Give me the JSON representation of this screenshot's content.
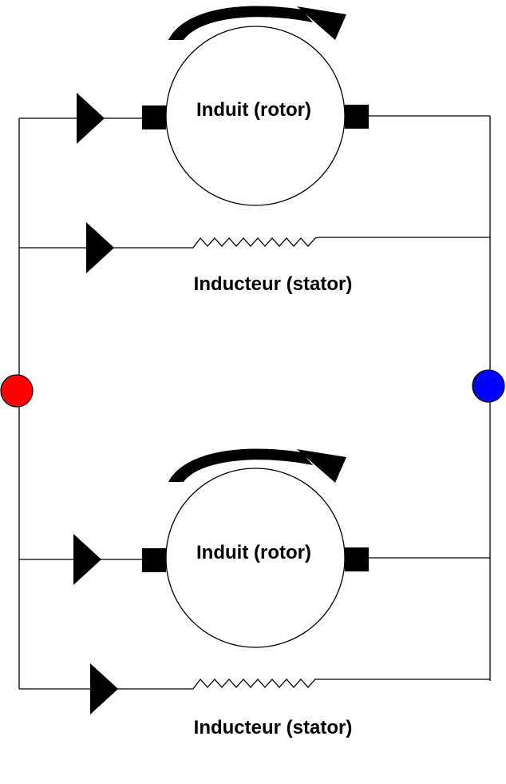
{
  "motors": [
    {
      "rotor_label": "Induit (rotor)",
      "stator_label": "Inducteur (stator)"
    },
    {
      "rotor_label": "Induit (rotor)",
      "stator_label": "Inducteur (stator)"
    }
  ],
  "terminals": {
    "left_color": "#ff0000",
    "right_color": "#0000ff"
  },
  "icons": [
    "rotation-arrow-icon",
    "current-direction-arrow-icon",
    "brush-icon",
    "coil-icon",
    "terminal-dot-icon"
  ]
}
